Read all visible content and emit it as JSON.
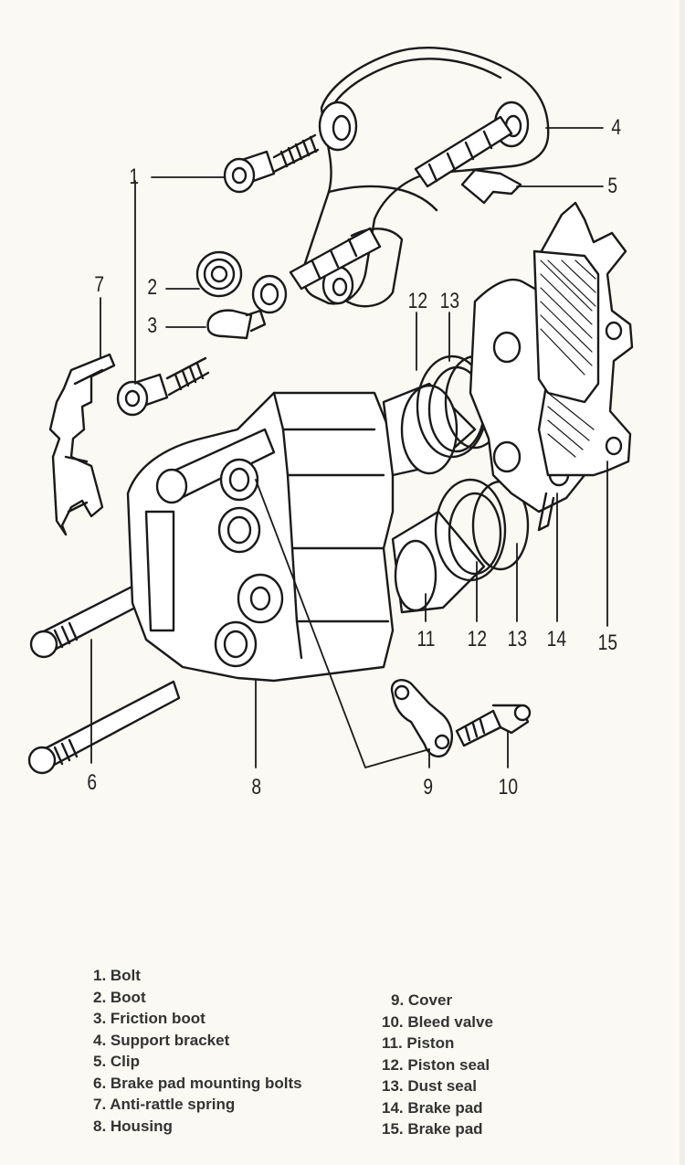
{
  "callouts": {
    "c1": "1",
    "c2": "2",
    "c3": "3",
    "c4": "4",
    "c5": "5",
    "c6": "6",
    "c7": "7",
    "c8": "8",
    "c9": "9",
    "c10": "10",
    "c11": "11",
    "c12a": "12",
    "c13a": "13",
    "c12b": "12",
    "c13b": "13",
    "c14": "14",
    "c15": "15"
  },
  "legend": {
    "left": [
      "1. Bolt",
      "2. Boot",
      "3. Friction boot",
      "4. Support bracket",
      "5. Clip",
      "6. Brake pad mounting bolts",
      "7. Anti-rattle spring",
      "8. Housing"
    ],
    "right": [
      "9. Cover",
      "10. Bleed valve",
      "11. Piston",
      "12. Piston seal",
      "13. Dust seal",
      "14. Brake pad",
      "15. Brake pad"
    ]
  }
}
